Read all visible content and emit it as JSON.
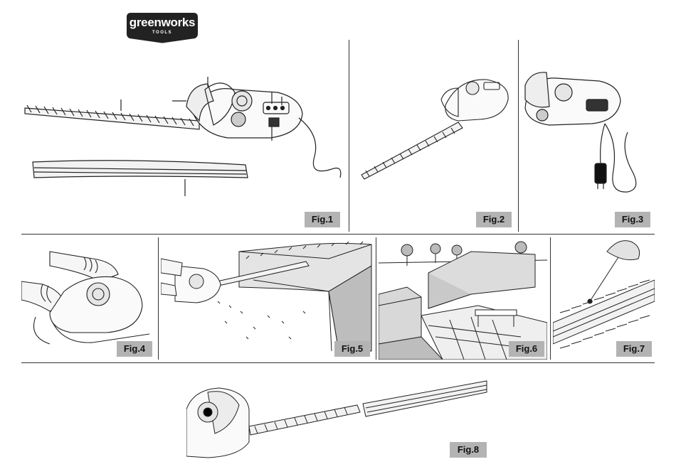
{
  "brand": {
    "name": "greenworks",
    "sub": "TOOLS",
    "color": "#222222"
  },
  "figures": {
    "fig1": "Fig.1",
    "fig2": "Fig.2",
    "fig3": "Fig.3",
    "fig4": "Fig.4",
    "fig5": "Fig.5",
    "fig6": "Fig.6",
    "fig7": "Fig.7",
    "fig8": "Fig.8"
  },
  "colors": {
    "label_bg": "#b3b3b3",
    "line": "#222222"
  }
}
